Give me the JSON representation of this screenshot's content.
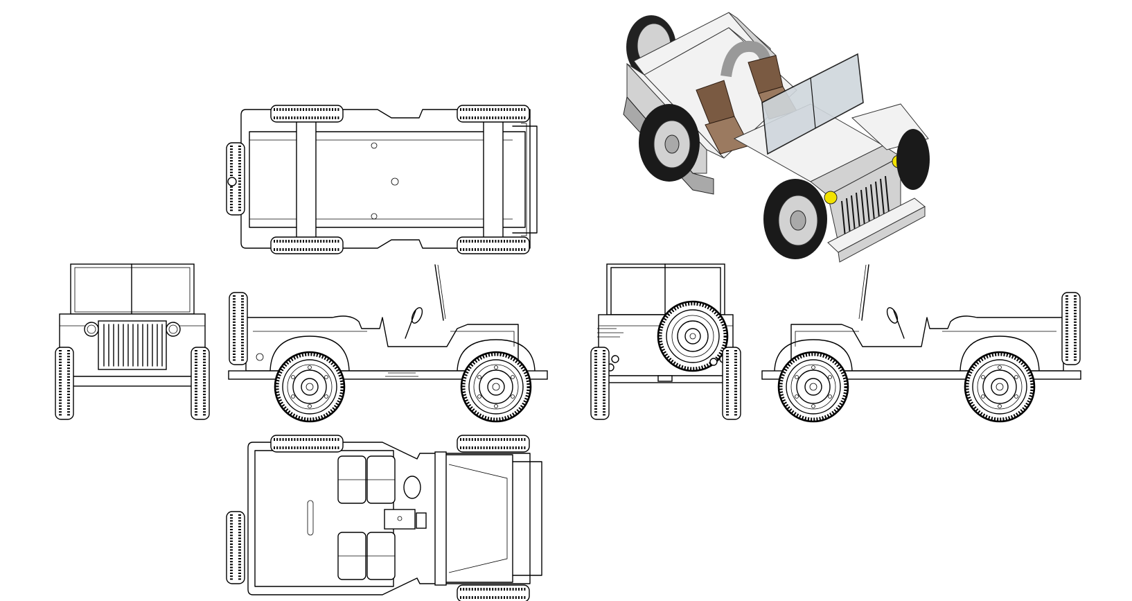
{
  "drawing": {
    "views": [
      {
        "id": "top",
        "kind": "top-view"
      },
      {
        "id": "front",
        "kind": "front-view"
      },
      {
        "id": "left-side",
        "kind": "side-view"
      },
      {
        "id": "rear",
        "kind": "rear-view"
      },
      {
        "id": "right-side",
        "kind": "side-view"
      },
      {
        "id": "bottom",
        "kind": "bottom-view"
      },
      {
        "id": "isometric",
        "kind": "shaded-isometric-view"
      }
    ],
    "colors": {
      "line": "#000000",
      "background": "#ffffff",
      "body_shade": "#d2d2d2",
      "seat": "#7a5a42",
      "headlamp": "#f2e200",
      "windshield": "#cfd6dc"
    }
  }
}
